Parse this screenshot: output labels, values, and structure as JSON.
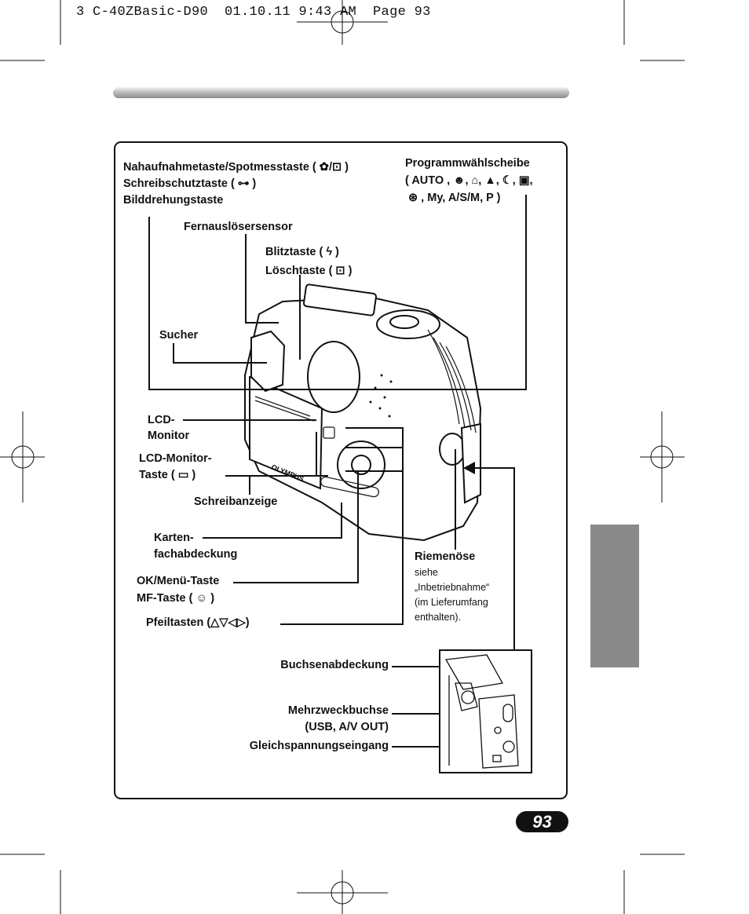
{
  "header": {
    "text": "3 C-40ZBasic-D90  01.10.11 9:43 AM  Page 93"
  },
  "labels": {
    "nahaufnahme": "Nahaufnahmetaste/Spotmesstaste ( ✿/⊡ )",
    "schreibschutz": "Schreibschutztaste ( ⊶ )",
    "bilddrehung": "Bilddrehungstaste",
    "fernausloeser": "Fernauslösersensor",
    "blitz": "Blitztaste ( ϟ )",
    "loesch": "Löschtaste ( ⊡ )",
    "sucher": "Sucher",
    "lcd_monitor_1": "LCD-",
    "lcd_monitor_2": "Monitor",
    "lcd_taste_1": "LCD-Monitor-",
    "lcd_taste_2": "Taste ( ▭ )",
    "schreibanzeige": "Schreibanzeige",
    "karten_1": "Karten-",
    "karten_2": "fachabdeckung",
    "ok_menu": "OK/Menü-Taste",
    "mf_taste": "MF-Taste ( ☺ )",
    "pfeiltasten": "Pfeiltasten (△▽◁▷)",
    "programm_1": "Programmwählscheibe",
    "programm_2": "( AUTO , ☻, ⌂, ▲, ☾, ▣,",
    "programm_3": "⊛ , My, A/S/M, P )",
    "riemenoese": "Riemenöse",
    "riemen_note_1": "siehe",
    "riemen_note_2": "„Inbetriebnahme“",
    "riemen_note_3": "(im Lieferumfang",
    "riemen_note_4": "enthalten).",
    "buchsen": "Buchsenabdeckung",
    "mehrzweck_1": "Mehrzweckbuchse",
    "mehrzweck_2": "(USB, A/V OUT)",
    "gleich": "Gleichspannungseingang"
  },
  "camera_text": {
    "brand": "OLYMPUS"
  },
  "page_number": "93"
}
